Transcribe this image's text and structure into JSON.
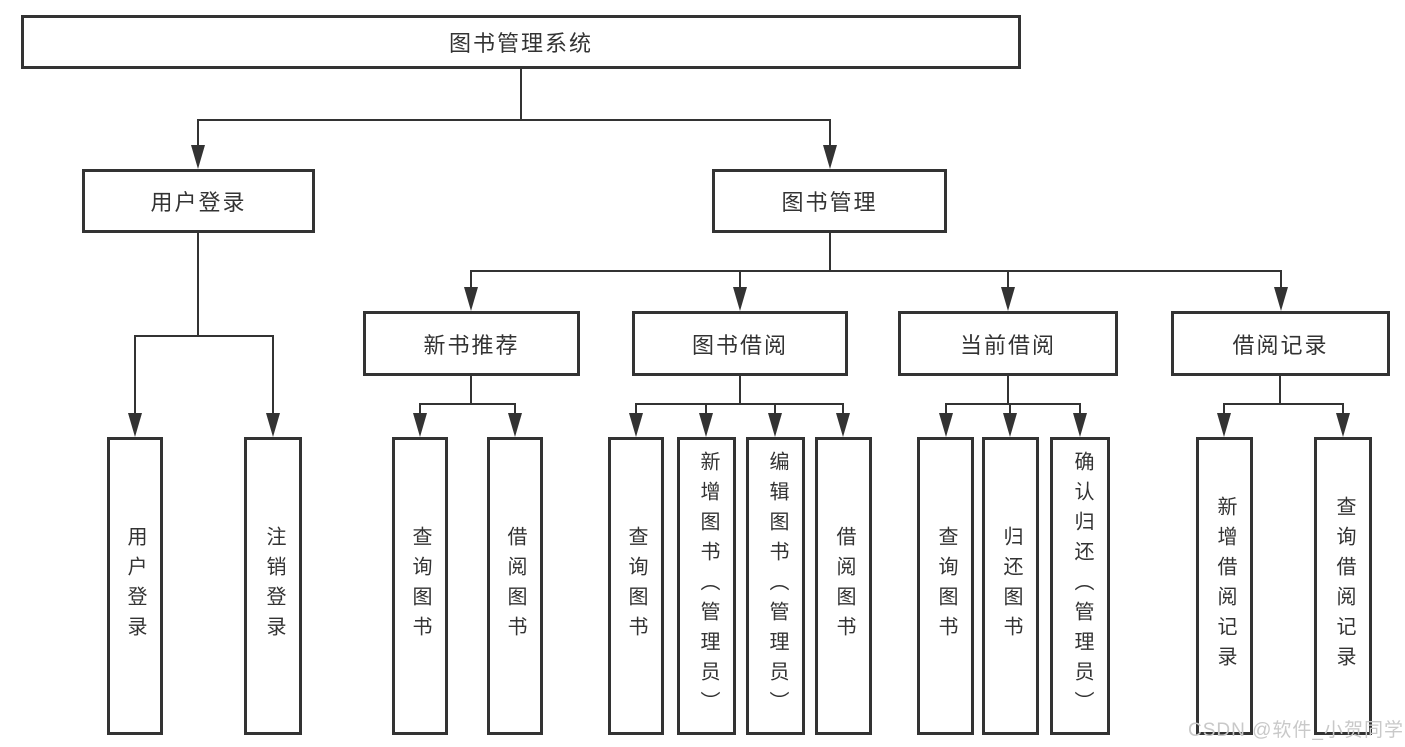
{
  "diagram": {
    "root": {
      "label": "图书管理系统"
    },
    "branches": [
      {
        "label": "用户登录",
        "leaves": [
          {
            "label": "用户登录"
          },
          {
            "label": "注销登录"
          }
        ]
      },
      {
        "label": "图书管理",
        "groups": [
          {
            "label": "新书推荐",
            "leaves": [
              {
                "label": "查询图书"
              },
              {
                "label": "借阅图书"
              }
            ]
          },
          {
            "label": "图书借阅",
            "leaves": [
              {
                "label": "查询图书"
              },
              {
                "label": "新增图书（管理员）"
              },
              {
                "label": "编辑图书（管理员）"
              },
              {
                "label": "借阅图书"
              }
            ]
          },
          {
            "label": "当前借阅",
            "leaves": [
              {
                "label": "查询图书"
              },
              {
                "label": "归还图书"
              },
              {
                "label": "确认归还（管理员）"
              }
            ]
          },
          {
            "label": "借阅记录",
            "leaves": [
              {
                "label": "新增借阅记录"
              },
              {
                "label": "查询借阅记录"
              }
            ]
          }
        ]
      }
    ]
  },
  "watermark": {
    "text": "CSDN @软件_小贺同学"
  },
  "colors": {
    "line": "#333333",
    "text": "#333333",
    "watermark": "#c9c9c9",
    "background": "#ffffff"
  }
}
